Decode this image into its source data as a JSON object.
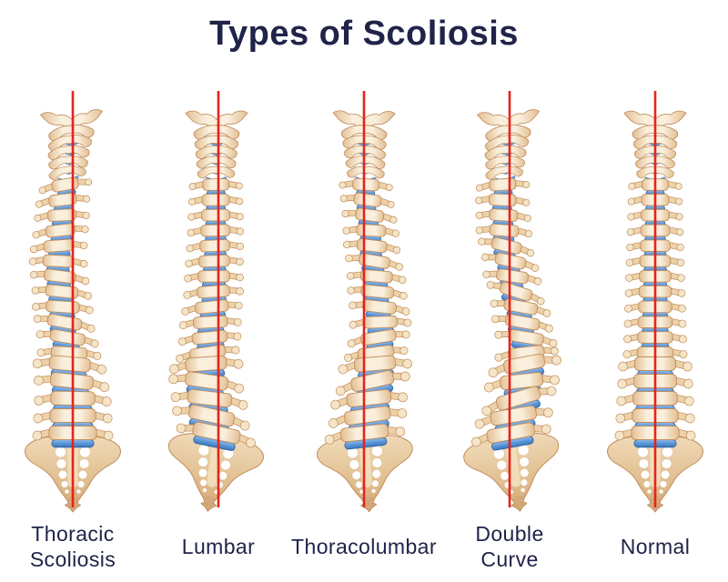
{
  "title": "Types of Scoliosis",
  "colors": {
    "background": "#ffffff",
    "title_text": "#202449",
    "label_text": "#202449",
    "plumb_line": "#E8221C",
    "bone_light": "#F9EFDC",
    "bone_edge": "#E3BF93",
    "bone_mid": "#EDD2A9",
    "bone_knob": "#F5E5C8",
    "bone_stroke": "#C28D5C",
    "disc_light": "#8FBCEE",
    "disc_mid": "#5E98D8",
    "disc_dark": "#3B78C1",
    "disc_stroke": "#2D63A4",
    "sacrum_light": "#F0DAB8",
    "sacrum_mid": "#E2C092",
    "sacrum_dark": "#D2A675",
    "sacrum_stripe": "#F3E2C0",
    "foramen": "#FFFFFF"
  },
  "diagram": {
    "description": "Five rear-view spine illustrations, each against a vertical red plumb line",
    "columns": [
      {
        "id": "thoracic-scoliosis",
        "label": "Thoracic Scoliosis",
        "lines": [
          "Thoracic",
          "Scoliosis"
        ],
        "curve_region": "thoracic, bows left",
        "curve": [
          [
            0,
            -1
          ],
          [
            0.12,
            -5
          ],
          [
            0.28,
            -12
          ],
          [
            0.42,
            -16
          ],
          [
            0.58,
            -11
          ],
          [
            0.72,
            -4
          ],
          [
            0.86,
            0
          ],
          [
            1,
            0
          ]
        ]
      },
      {
        "id": "lumbar",
        "label": "Lumbar",
        "lines": [
          "Lumbar"
        ],
        "curve_region": "lumbar, bows left",
        "curve": [
          [
            0,
            -2
          ],
          [
            0.3,
            -3
          ],
          [
            0.5,
            -5
          ],
          [
            0.65,
            -9
          ],
          [
            0.78,
            -14
          ],
          [
            0.89,
            -9
          ],
          [
            1,
            -1
          ]
        ]
      },
      {
        "id": "thoracolumbar",
        "label": "Thoracolumbar",
        "lines": [
          "Thoracolumbar"
        ],
        "curve_region": "thoracolumbar junction, bows right",
        "curve": [
          [
            0,
            0
          ],
          [
            0.18,
            2
          ],
          [
            0.36,
            8
          ],
          [
            0.5,
            14
          ],
          [
            0.62,
            18
          ],
          [
            0.76,
            12
          ],
          [
            0.88,
            5
          ],
          [
            1,
            0
          ]
        ]
      },
      {
        "id": "double-curve",
        "label": "Double Curve",
        "lines": [
          "Double",
          "Curve"
        ],
        "curve_region": "S-shape: upper left, lower right",
        "curve": [
          [
            0,
            -1
          ],
          [
            0.12,
            -5
          ],
          [
            0.22,
            -8
          ],
          [
            0.34,
            -6
          ],
          [
            0.48,
            3
          ],
          [
            0.6,
            13
          ],
          [
            0.7,
            19
          ],
          [
            0.82,
            13
          ],
          [
            0.93,
            4
          ],
          [
            1,
            0
          ]
        ]
      },
      {
        "id": "normal",
        "label": "Normal",
        "lines": [
          "Normal"
        ],
        "curve_region": "straight",
        "curve": [
          [
            0,
            0
          ],
          [
            1,
            0
          ]
        ]
      }
    ]
  }
}
